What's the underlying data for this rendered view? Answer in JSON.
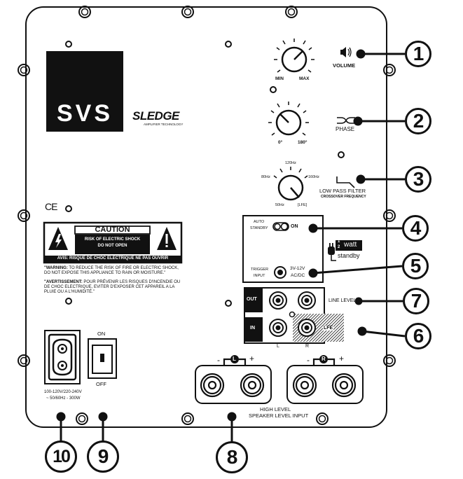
{
  "brand": {
    "logo_text": "SVS",
    "sledge_text": "SLEDGE",
    "sledge_sub": "AMPLIFIER TECHNOLOGY"
  },
  "volume": {
    "label": "VOLUME",
    "min": "MIN",
    "max": "MAX"
  },
  "phase": {
    "label": "PHASE",
    "deg0": "0°",
    "deg180": "180°"
  },
  "lowpass": {
    "label": "LOW PASS FILTER",
    "sub": "CROSSOVER FREQUENCY",
    "f120": "120Hz",
    "f80": "80Hz",
    "f160": "160Hz",
    "f50": "50Hz",
    "lfe": "[LFE]"
  },
  "standby": {
    "auto1": "AUTO",
    "auto2": "STANDBY",
    "on": "ON",
    "watt_frac_num": "1",
    "watt_frac_den": "2",
    "watt": "watt",
    "standby": "standby"
  },
  "trigger": {
    "l1": "TRIGGER",
    "l2": "INPUT",
    "v1": "3V-12V",
    "v2": "AC/DC"
  },
  "line": {
    "out": "OUT",
    "in": "IN",
    "l": "L",
    "r": "R",
    "lfe": "LFE",
    "label": "LINE LEVEL"
  },
  "ce": "CE",
  "caution": {
    "title": "CAUTION",
    "line1": "RISK OF ELECTRIC SHOCK",
    "line2": "DO NOT OPEN",
    "avis": "AVIS: RISQUE DE CHOC ELECTRIQUE NE PAS OUVRIR",
    "warning_bold": "\"WARNING:",
    "warning_rest": " TO REDUCE THE RISK OF FIRE OR ELECTRIC SHOCK, DO NOT EXPOSE THIS APPLIANCE TO RAIN OR MOISTURE.\"",
    "avert_bold": "\"AVERTISSEMENT:",
    "avert_rest": " POUR PRÉVENIR LES RISQUES D'INCENDIE OU DE CHOC ELECTRIQUE, EVITER D'EXPOSER CET APPAREIL A LA PLUIE OU A L'HUMIDITÉ.\""
  },
  "power": {
    "on": "ON",
    "off": "OFF",
    "rating1": "100-120V/220-240V",
    "rating2": "~ 50/60Hz - 300W"
  },
  "highlevel": {
    "minus": "-",
    "plus": "+",
    "l": "L",
    "r": "R",
    "label1": "HIGH LEVEL",
    "label2": "SPEAKER LEVEL INPUT"
  },
  "callouts": [
    "1",
    "2",
    "3",
    "4",
    "5",
    "7",
    "6",
    "8",
    "9",
    "10"
  ]
}
